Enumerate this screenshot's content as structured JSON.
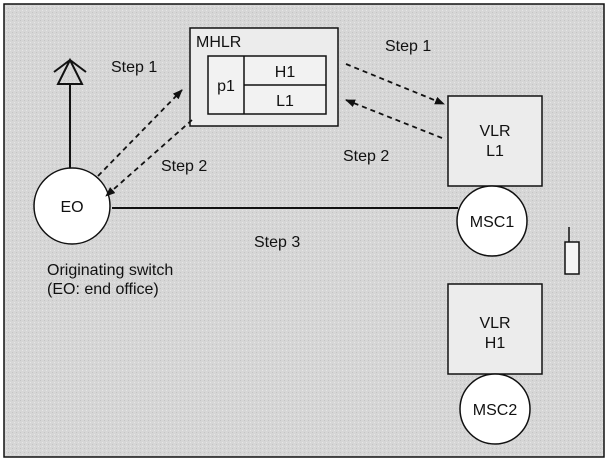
{
  "colors": {
    "background": "#d9d9d9",
    "box_fill": "#eeeeee",
    "node_fill": "#ffffff",
    "stroke": "#111111"
  },
  "mhlr": {
    "title": "MHLR",
    "row_label": "p1",
    "home_value": "H1",
    "location_value": "L1"
  },
  "vlr_l1": {
    "line1": "VLR",
    "line2": "L1"
  },
  "vlr_h1": {
    "line1": "VLR",
    "line2": "H1"
  },
  "nodes": {
    "eo": "EO",
    "msc1": "MSC1",
    "msc2": "MSC2"
  },
  "steps": {
    "step1_left": "Step 1",
    "step1_right": "Step 1",
    "step2_left": "Step 2",
    "step2_right": "Step 2",
    "step3": "Step 3"
  },
  "caption": {
    "line1": "Originating switch",
    "line2": "(EO: end office)"
  },
  "icons": {
    "antenna": "antenna-icon",
    "handset": "mobile-phone-icon"
  }
}
